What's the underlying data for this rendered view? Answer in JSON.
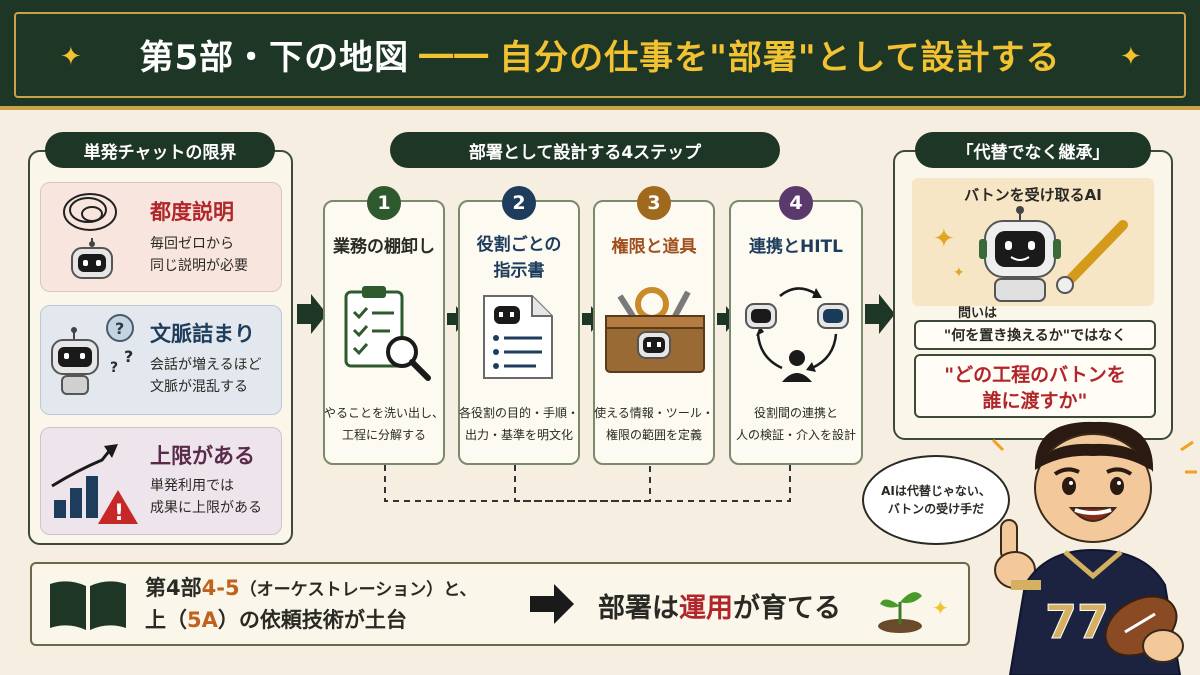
{
  "header": {
    "title_main": "第5部・下の地図",
    "title_dash": "――",
    "title_sub": "自分の仕事を\"部署\"として設計する"
  },
  "left": {
    "pill": "単発チャットの限界",
    "cards": [
      {
        "title": "都度説明",
        "line1": "毎回ゼロから",
        "line2": "同じ説明が必要"
      },
      {
        "title": "文脈詰まり",
        "line1": "会話が増えるほど",
        "line2": "文脈が混乱する"
      },
      {
        "title": "上限がある",
        "line1": "単発利用では",
        "line2": "成果に上限がある"
      }
    ]
  },
  "steps": {
    "pill": "部署として設計する4ステップ",
    "items": [
      {
        "num": "1",
        "title1": "業務の棚卸し",
        "title2": "",
        "desc1": "やることを洗い出し、",
        "desc2": "工程に分解する",
        "color": "#2e5a2e"
      },
      {
        "num": "2",
        "title1": "役割ごとの",
        "title2": "指示書",
        "desc1": "各役割の目的・手順・",
        "desc2": "出力・基準を明文化",
        "color": "#1e3d5c"
      },
      {
        "num": "3",
        "title1": "権限と道具",
        "title2": "",
        "desc1": "使える情報・ツール・",
        "desc2": "権限の範囲を定義",
        "color": "#a06a1e"
      },
      {
        "num": "4",
        "title1": "連携とHITL",
        "title2": "",
        "desc1": "役割間の連携と",
        "desc2": "人の検証・介入を設計",
        "color": "#5a3a6a"
      }
    ]
  },
  "right": {
    "pill": "「代替でなく継承」",
    "baton_title": "バトンを受け取るAI",
    "question_label": "問いは",
    "question_not": "\"何を置き換えるか\"ではなく",
    "question_main1": "\"どの工程のバトンを",
    "question_main2": "誰に渡すか\""
  },
  "bottom": {
    "line1_a": "第4部",
    "line1_b": "4-5",
    "line1_c": "（オーケストレーション）と、",
    "line2_a": "上（",
    "line2_b": "5A",
    "line2_c": "）の依頼技術が土台",
    "slogan_a": "部署は",
    "slogan_b": "運用",
    "slogan_c": "が育てる"
  },
  "mascot": {
    "speech1": "AIは代替じゃない、",
    "speech2": "バトンの受け手だ",
    "jersey": "77"
  },
  "colors": {
    "header_bg": "#1e3626",
    "gold": "#f3c230",
    "accent_red": "#b0262a"
  }
}
